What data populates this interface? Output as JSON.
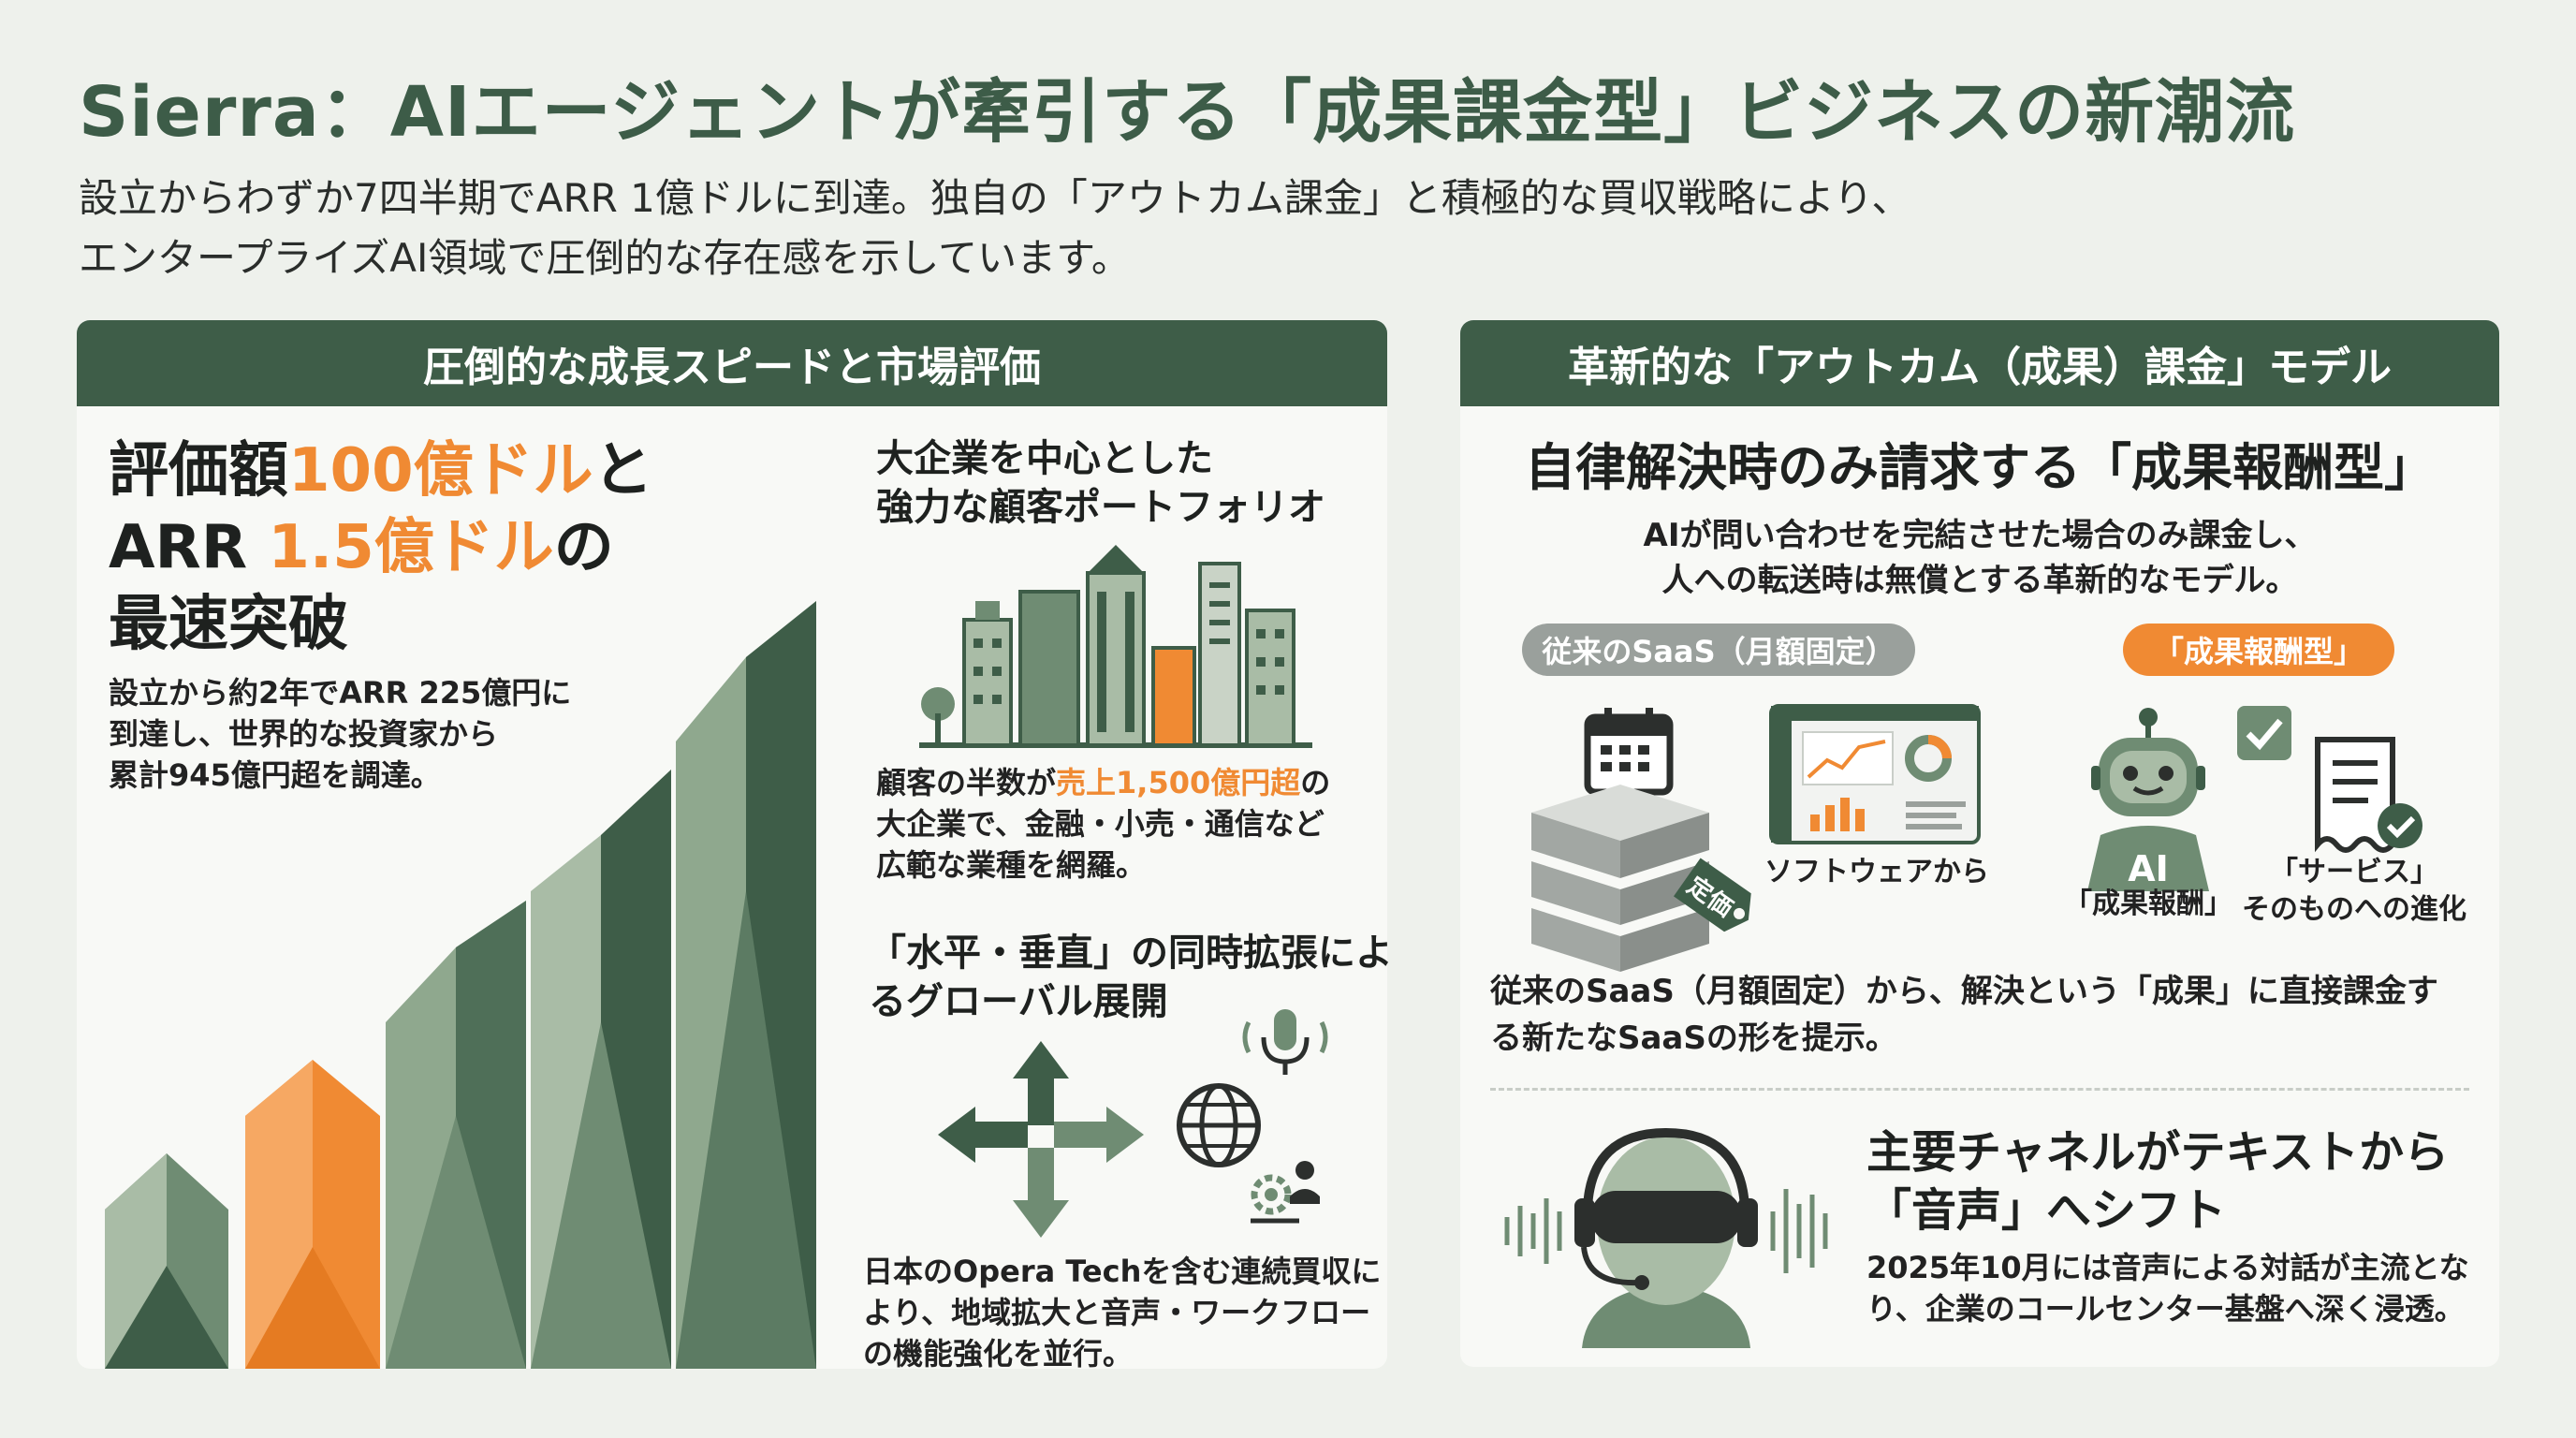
{
  "header": {
    "title": "Sierra：AIエージェントが牽引する「成果課金型」ビジネスの新潮流",
    "subtitle_line1": "設立からわずか7四半期でARR 1億ドルに到達。独自の「アウトカム課金」と積極的な買収戦略により、",
    "subtitle_line2": "エンタープライズAI領域で圧倒的な存在感を示しています。"
  },
  "left_panel": {
    "header": "圧倒的な成長スピードと市場評価",
    "valuation": {
      "line1_prefix": "評価額",
      "line1_highlight": "100億ドル",
      "line1_suffix": "と",
      "line2_prefix": "ARR ",
      "line2_highlight": "1.5億ドル",
      "line2_suffix": "の",
      "line3": "最速突破",
      "desc_line1": "設立から約2年でARR 225億円に",
      "desc_line2": "到達し、世界的な投資家から",
      "desc_line3": "累計945億円超を調達。"
    },
    "portfolio": {
      "head_line1": "大企業を中心とした",
      "head_line2": "強力な顧客ポートフォリオ",
      "desc_prefix": "顧客の半数が",
      "desc_highlight": "売上1,500億円超",
      "desc_suffix": "の",
      "desc_line2": "大企業で、金融・小売・通信など",
      "desc_line3": "広範な業種を網羅。"
    },
    "expansion": {
      "head_line1": "「水平・垂直」の同時拡張によ",
      "head_line2": "るグローバル展開",
      "desc_line1": "日本のOpera Techを含む連続買収に",
      "desc_line2": "より、地域拡大と音声・ワークフロー",
      "desc_line3": "の機能強化を並行。"
    }
  },
  "right_panel": {
    "header": "革新的な「アウトカム（成果）課金」モデル",
    "model": {
      "head": "自律解決時のみ請求する「成果報酬型」",
      "desc_line1": "AIが問い合わせを完結させた場合のみ課金し、",
      "desc_line2": "人への転送時は無償とする革新的なモデル。",
      "pill_old": "従来のSaaS（月額固定）",
      "pill_new": "「成果報酬型」",
      "tag_label": "定価",
      "label_software": "ソフトウェアから",
      "robot_label": "AI",
      "label_reward": "「成果報酬」",
      "label_service_line1": "「サービス」",
      "label_service_line2": "そのものへの進化",
      "summary_line1": "従来のSaaS（月額固定）から、解決という「成果」に直接課金す",
      "summary_line2": "る新たなSaaSの形を提示。"
    },
    "voice": {
      "head_line1": "主要チャネルがテキストから",
      "head_line2": "「音声」へシフト",
      "desc_line1": "2025年10月には音声による対話が主流とな",
      "desc_line2": "り、企業のコールセンター基盤へ深く浸透。"
    }
  },
  "colors": {
    "dark_green": "#3e5d48",
    "mid_green": "#6f8c73",
    "light_green": "#a9bca6",
    "orange": "#f08a33",
    "gray": "#9aa09c"
  }
}
